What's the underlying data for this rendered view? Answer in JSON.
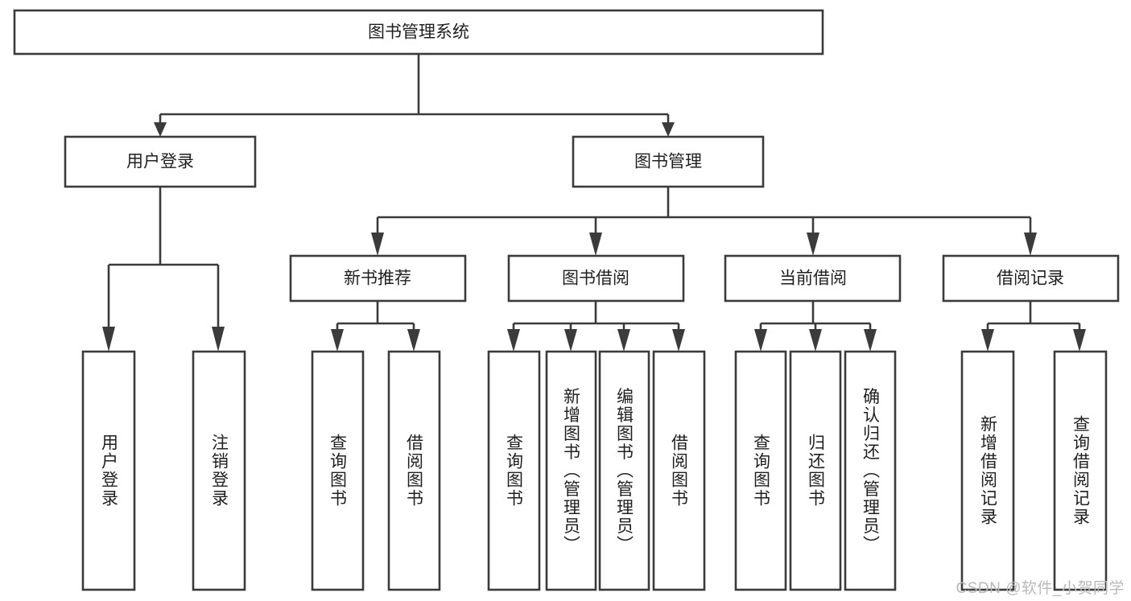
{
  "diagram": {
    "title": "图书管理系统",
    "type": "hierarchy-tree",
    "watermark": "CSDN @软件_小贺同学",
    "colors": {
      "stroke": "#3b3b3b",
      "fill": "#ffffff",
      "text": "#1f1f1f",
      "watermark": "#b9b9b9",
      "background": "#ffffff"
    },
    "nodes": {
      "root": {
        "label": "图书管理系统",
        "orientation": "horizontal"
      },
      "level2": [
        {
          "id": "user-login",
          "label": "用户登录",
          "orientation": "horizontal"
        },
        {
          "id": "book-manage",
          "label": "图书管理",
          "orientation": "horizontal"
        }
      ],
      "level3": [
        {
          "id": "new-book-recommend",
          "label": "新书推荐",
          "orientation": "horizontal"
        },
        {
          "id": "book-borrow",
          "label": "图书借阅",
          "orientation": "horizontal"
        },
        {
          "id": "current-borrow",
          "label": "当前借阅",
          "orientation": "horizontal"
        },
        {
          "id": "borrow-record",
          "label": "借阅记录",
          "orientation": "horizontal"
        }
      ],
      "leaves": {
        "user-login": [
          {
            "id": "leaf-user-login",
            "label": "用户登录",
            "orientation": "vertical"
          },
          {
            "id": "leaf-user-logout",
            "label": "注销登录",
            "orientation": "vertical"
          }
        ],
        "new-book-recommend": [
          {
            "id": "leaf-query-book-1",
            "label": "查询图书",
            "orientation": "vertical"
          },
          {
            "id": "leaf-borrow-book-1",
            "label": "借阅图书",
            "orientation": "vertical"
          }
        ],
        "book-borrow": [
          {
            "id": "leaf-query-book-2",
            "label": "查询图书",
            "orientation": "vertical"
          },
          {
            "id": "leaf-add-book",
            "label": "新增图书（管理员）",
            "orientation": "vertical"
          },
          {
            "id": "leaf-edit-book",
            "label": "编辑图书（管理员）",
            "orientation": "vertical"
          },
          {
            "id": "leaf-borrow-book-2",
            "label": "借阅图书",
            "orientation": "vertical"
          }
        ],
        "current-borrow": [
          {
            "id": "leaf-query-book-3",
            "label": "查询图书",
            "orientation": "vertical"
          },
          {
            "id": "leaf-return-book",
            "label": "归还图书",
            "orientation": "vertical"
          },
          {
            "id": "leaf-confirm-return",
            "label": "确认归还（管理员）",
            "orientation": "vertical"
          }
        ],
        "borrow-record": [
          {
            "id": "leaf-add-record",
            "label": "新增借阅记录",
            "orientation": "vertical"
          },
          {
            "id": "leaf-query-record",
            "label": "查询借阅记录",
            "orientation": "vertical"
          }
        ]
      }
    }
  }
}
